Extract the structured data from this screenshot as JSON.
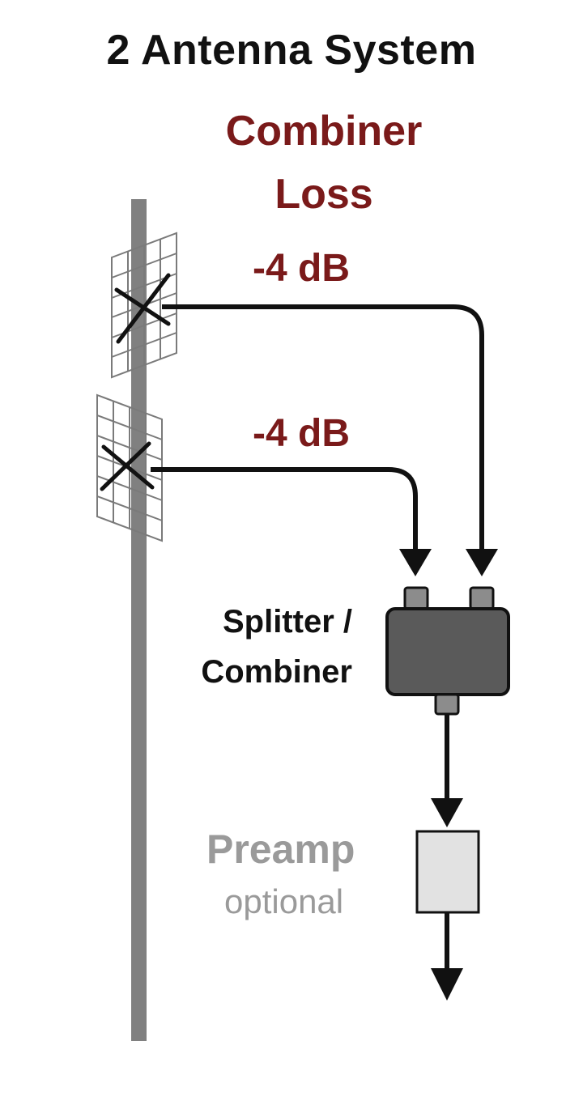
{
  "title": "2 Antenna System",
  "heading": {
    "line1": "Combiner",
    "line2": "Loss"
  },
  "antennas": [
    {
      "loss_label": "-4 dB"
    },
    {
      "loss_label": "-4 dB"
    }
  ],
  "splitter_combiner": {
    "line1": "Splitter /",
    "line2": "Combiner"
  },
  "preamp": {
    "name": "Preamp",
    "note": "optional"
  },
  "colors": {
    "title": "#111111",
    "loss": "#7a1a1a",
    "mast": "#808080",
    "splitter_body": "#5a5a5a",
    "connector": "#8c8c8c",
    "preamp_box": "#e2e2e2",
    "preamp_text": "#9a9a9a",
    "cable": "#111111"
  }
}
